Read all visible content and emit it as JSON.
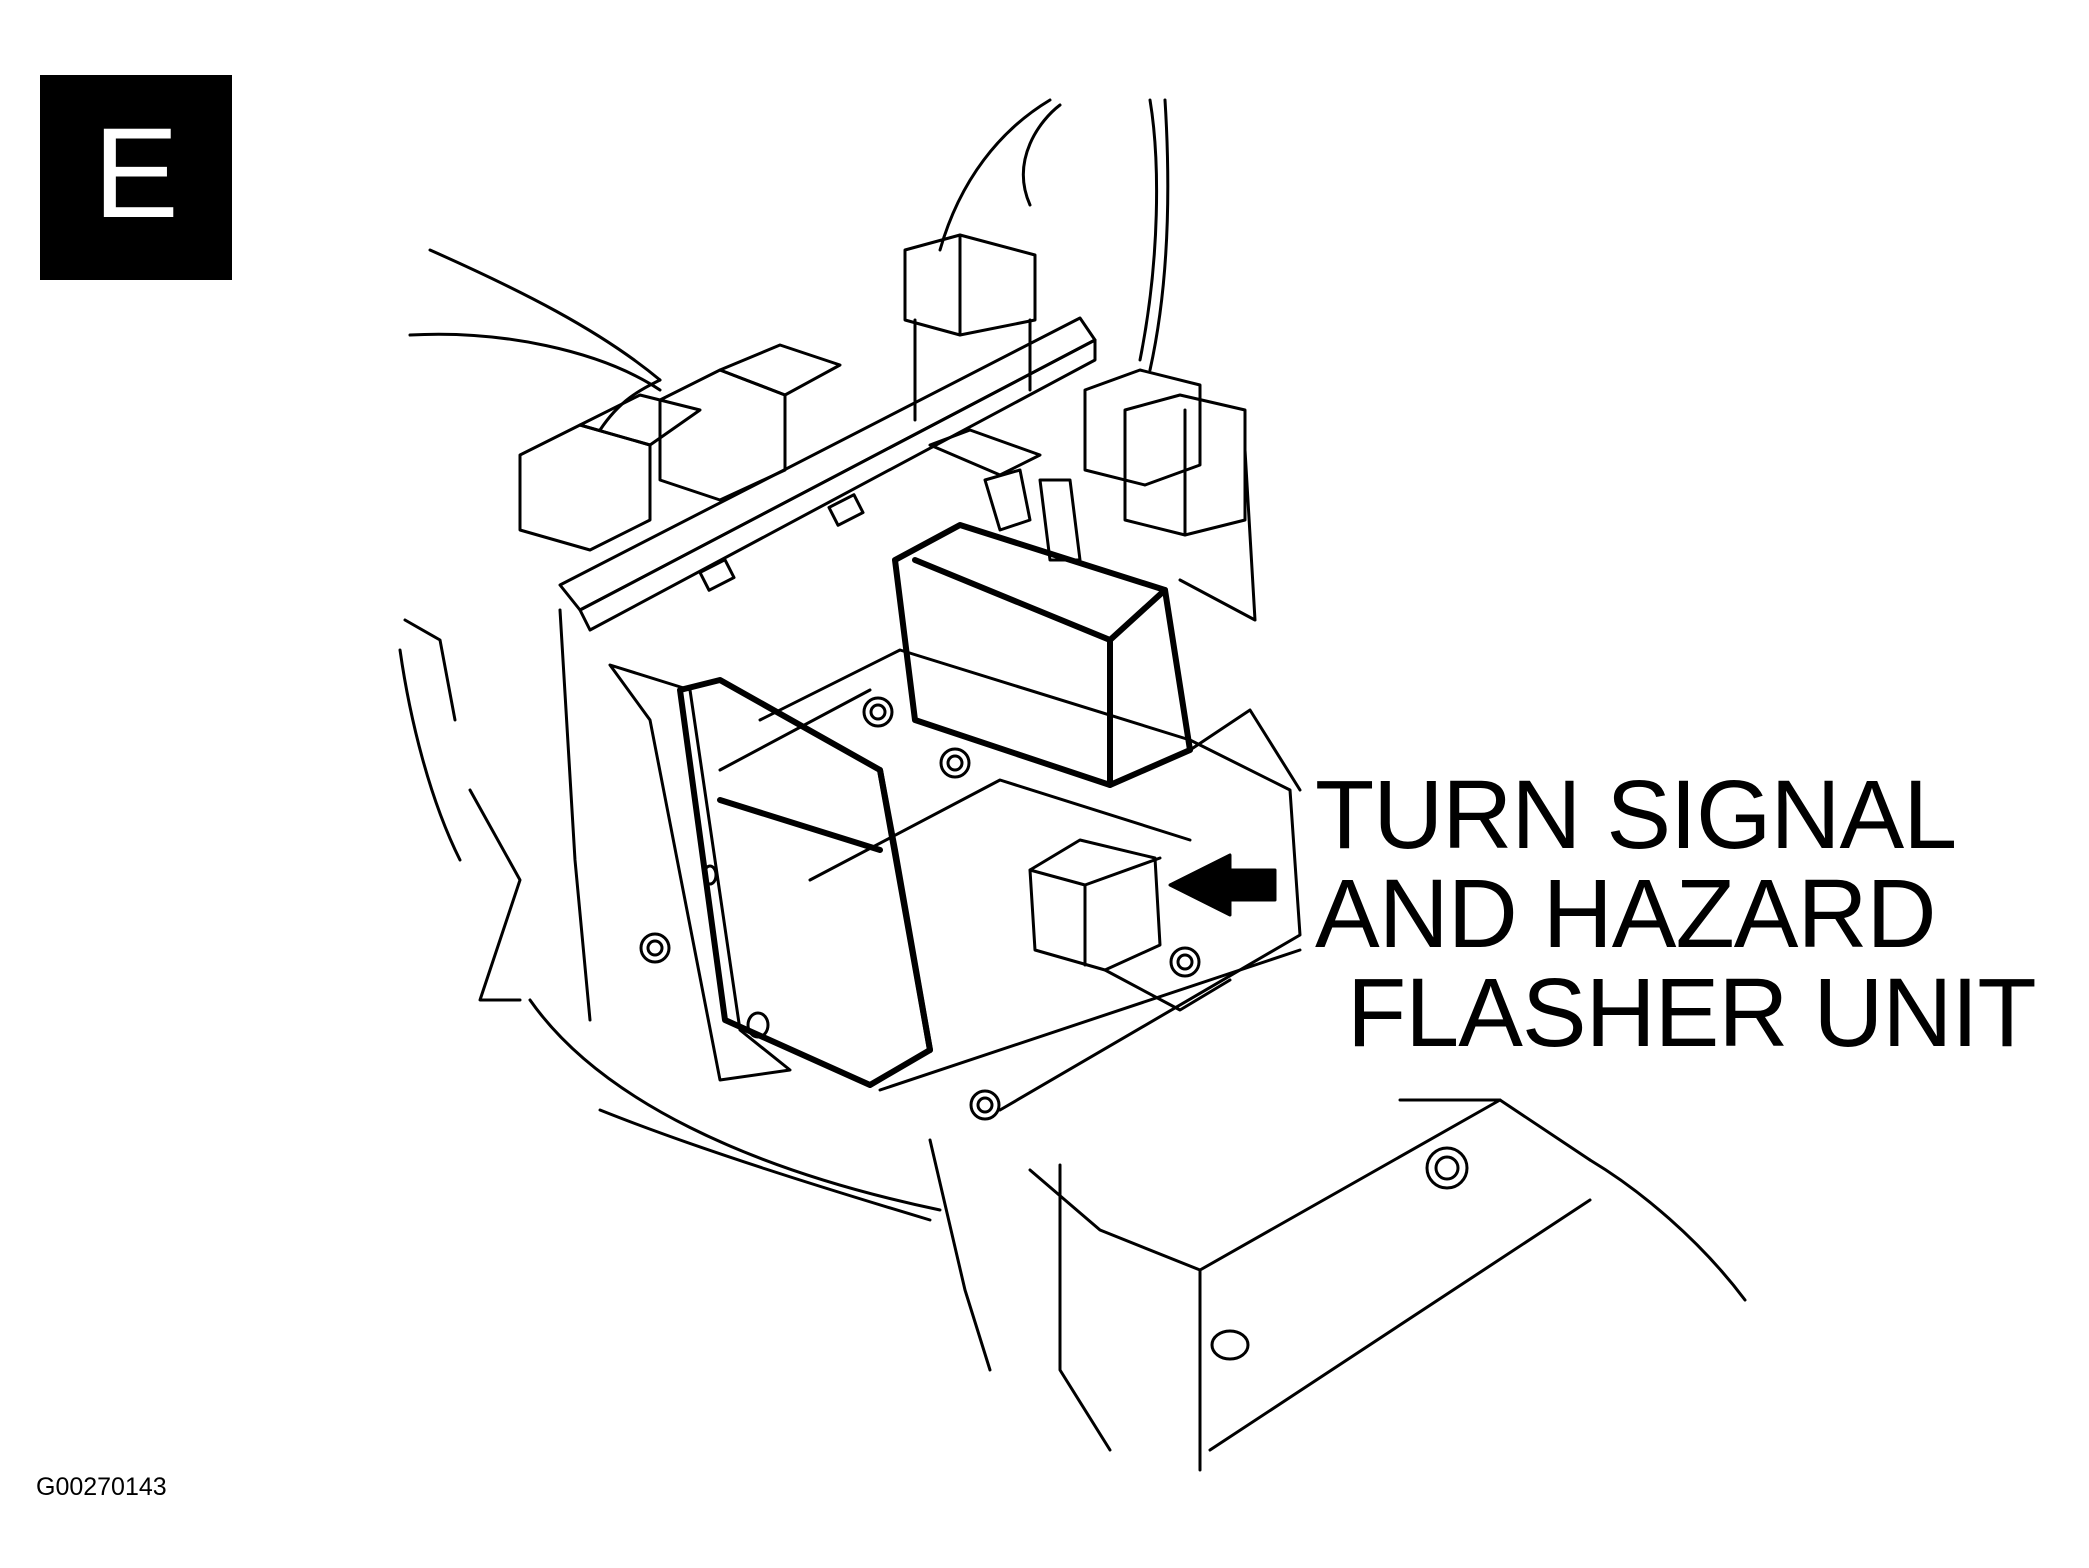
{
  "panel": {
    "letter": "E"
  },
  "callout": {
    "line1": "TURN SIGNAL",
    "line2": "AND HAZARD",
    "line3": "FLASHER UNIT"
  },
  "figure": {
    "id": "G00270143"
  },
  "colors": {
    "ink": "#000000",
    "paper": "#ffffff"
  }
}
